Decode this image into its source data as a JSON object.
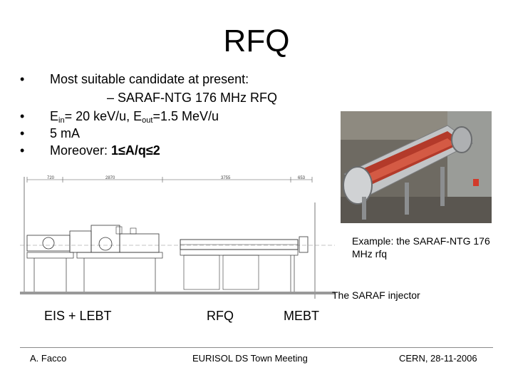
{
  "slide": {
    "title": "RFQ",
    "bullet_char": "•",
    "bullets": {
      "b1": "Most suitable candidate at present:",
      "b1_sub": "– SARAF-NTG 176 MHz RFQ",
      "b2_e": "E",
      "b2_in_sub": "in",
      "b2_mid": "= 20 keV/u, E",
      "b2_out_sub": "out",
      "b2_end": "=1.5 MeV/u",
      "b3": "5 mA",
      "b4_prefix": "Moreover: ",
      "b4_bold": "1≤A/q≤2"
    },
    "photo_caption": "Example: the SARAF-NTG 176 MHz rfq",
    "drawing_caption": "The SARAF injector",
    "drawing_dims": [
      "720",
      "2870",
      "3755",
      "653"
    ],
    "section_labels": {
      "eis": "EIS + LEBT",
      "rfq": "RFQ",
      "mebt": "MEBT"
    }
  },
  "footer": {
    "left": "A. Facco",
    "center": "EURISOL DS Town Meeting",
    "right": "CERN, 28-11-2006"
  },
  "colors": {
    "rfq_red": "#b33a2a",
    "steel": "#b8bcc0",
    "footer_line": "#8a8a8a"
  }
}
